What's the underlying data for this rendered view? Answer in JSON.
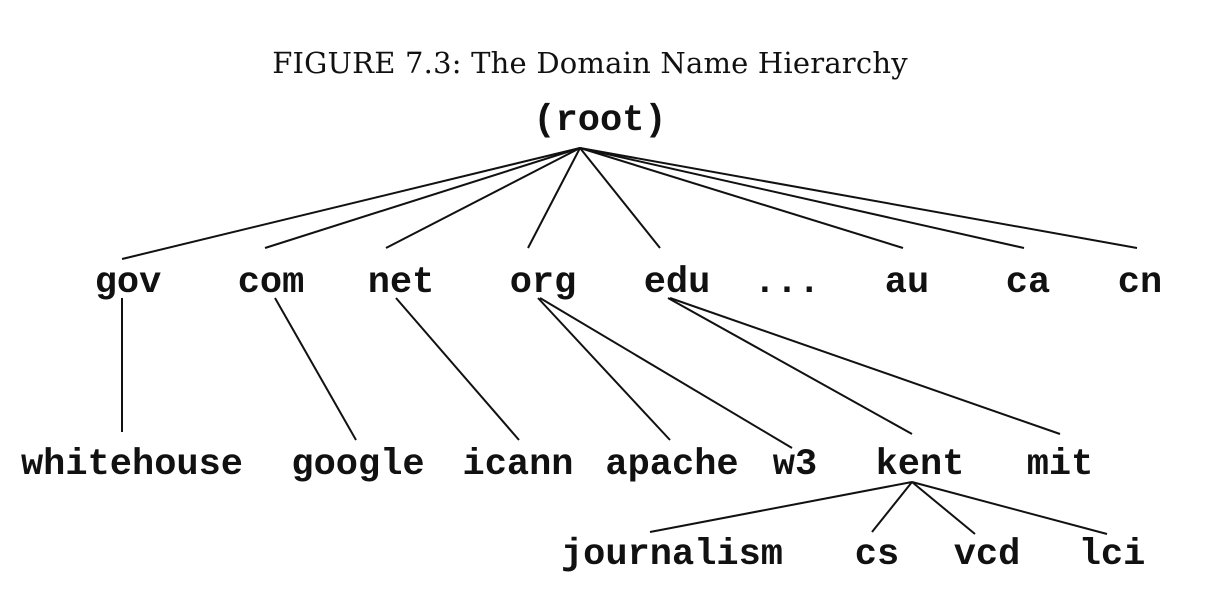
{
  "caption": "FIGURE 7.3: The Domain Name Hierarchy",
  "tree": {
    "root": "(root)",
    "tld": [
      "gov",
      "com",
      "net",
      "org",
      "edu",
      "...",
      "au",
      "ca",
      "cn"
    ],
    "second_level": [
      "whitehouse",
      "google",
      "icann",
      "apache",
      "w3",
      "kent",
      "mit"
    ],
    "third_level": [
      "journalism",
      "cs",
      "vcd",
      "lci"
    ]
  }
}
